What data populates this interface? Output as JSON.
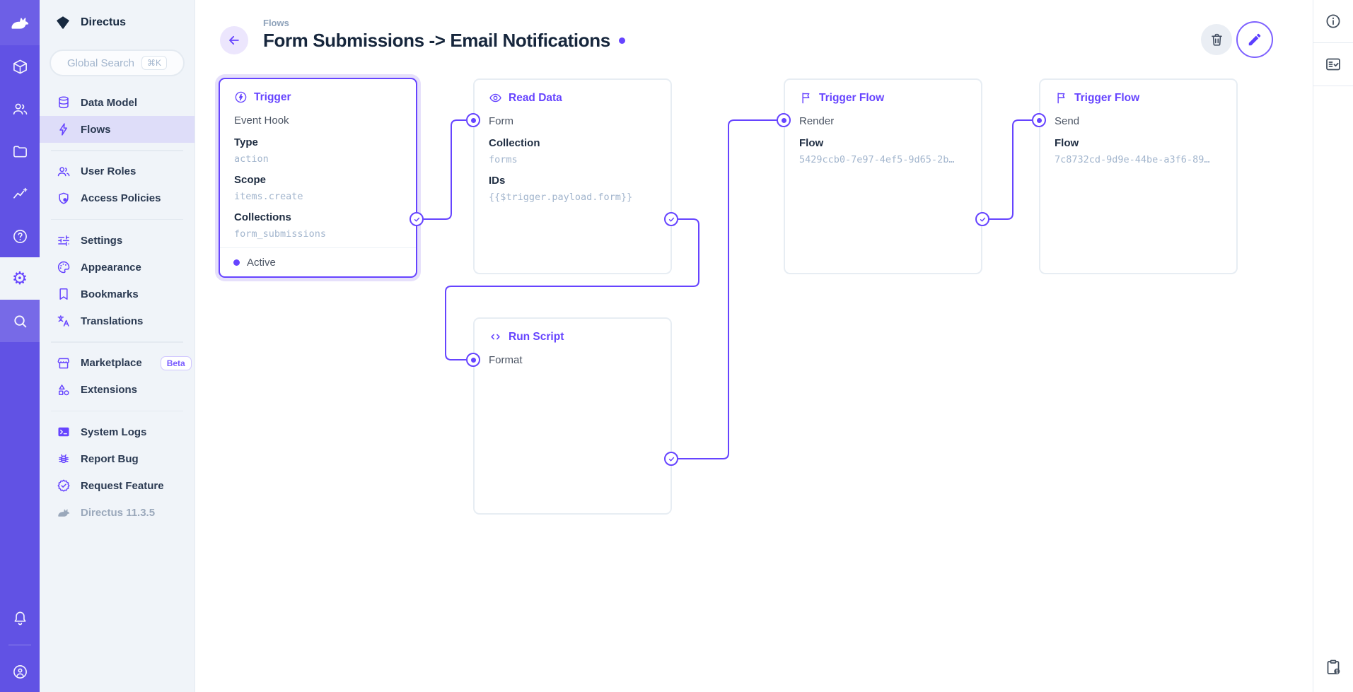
{
  "app": {
    "brand": "Directus"
  },
  "module_bar": {
    "items": [
      "directus-rabbit-logo",
      "content-cube",
      "users",
      "files-folder",
      "insights-chart",
      "help-question",
      "settings-gear",
      "search-magnifier",
      "notifications-bell",
      "account-circle"
    ]
  },
  "sidebar": {
    "project_name": "Directus",
    "search": {
      "placeholder": "Global Search",
      "shortcut": "⌘K"
    },
    "items": [
      {
        "label": "Data Model",
        "icon": "database"
      },
      {
        "label": "Flows",
        "icon": "bolt",
        "active": true
      },
      {
        "label": "User Roles",
        "icon": "people"
      },
      {
        "label": "Access Policies",
        "icon": "shield-lock"
      },
      {
        "label": "Settings",
        "icon": "tune-sliders"
      },
      {
        "label": "Appearance",
        "icon": "palette"
      },
      {
        "label": "Bookmarks",
        "icon": "bookmark"
      },
      {
        "label": "Translations",
        "icon": "translate"
      },
      {
        "label": "Marketplace",
        "icon": "storefront",
        "badge": "Beta"
      },
      {
        "label": "Extensions",
        "icon": "shapes"
      },
      {
        "label": "System Logs",
        "icon": "terminal"
      },
      {
        "label": "Report Bug",
        "icon": "bug"
      },
      {
        "label": "Request Feature",
        "icon": "seal-check"
      }
    ],
    "version": "Directus 11.3.5"
  },
  "header": {
    "breadcrumb": "Flows",
    "title": "Form Submissions -> Email Notifications"
  },
  "flow": {
    "panels": [
      {
        "title": "Trigger",
        "icon": "bolt-circle",
        "name": "Event Hook",
        "status": "Active",
        "fields": [
          {
            "label": "Type",
            "value": "action"
          },
          {
            "label": "Scope",
            "value": "items.create"
          },
          {
            "label": "Collections",
            "value": "form_submissions"
          }
        ]
      },
      {
        "title": "Read Data",
        "icon": "eye",
        "name": "Form",
        "fields": [
          {
            "label": "Collection",
            "value": "forms"
          },
          {
            "label": "IDs",
            "value": "{{$trigger.payload.form}}"
          }
        ]
      },
      {
        "title": "Trigger Flow",
        "icon": "flag",
        "name": "Render",
        "fields": [
          {
            "label": "Flow",
            "value": "5429ccb0-7e97-4ef5-9d65-2b…"
          }
        ]
      },
      {
        "title": "Trigger Flow",
        "icon": "flag",
        "name": "Send",
        "fields": [
          {
            "label": "Flow",
            "value": "7c8732cd-9d9e-44be-a3f6-89…"
          }
        ]
      },
      {
        "title": "Run Script",
        "icon": "code",
        "name": "Format",
        "fields": []
      }
    ]
  },
  "colors": {
    "accent": "#6644FF",
    "module_bar_bg": "#6152E4",
    "sidebar_bg": "#F0F4F9",
    "border": "#E4EAF1",
    "text_dark": "#16263C",
    "text_normal": "#4C5564",
    "text_subdued": "#A2B5CD",
    "selected_glow": "#E6E0FB"
  }
}
